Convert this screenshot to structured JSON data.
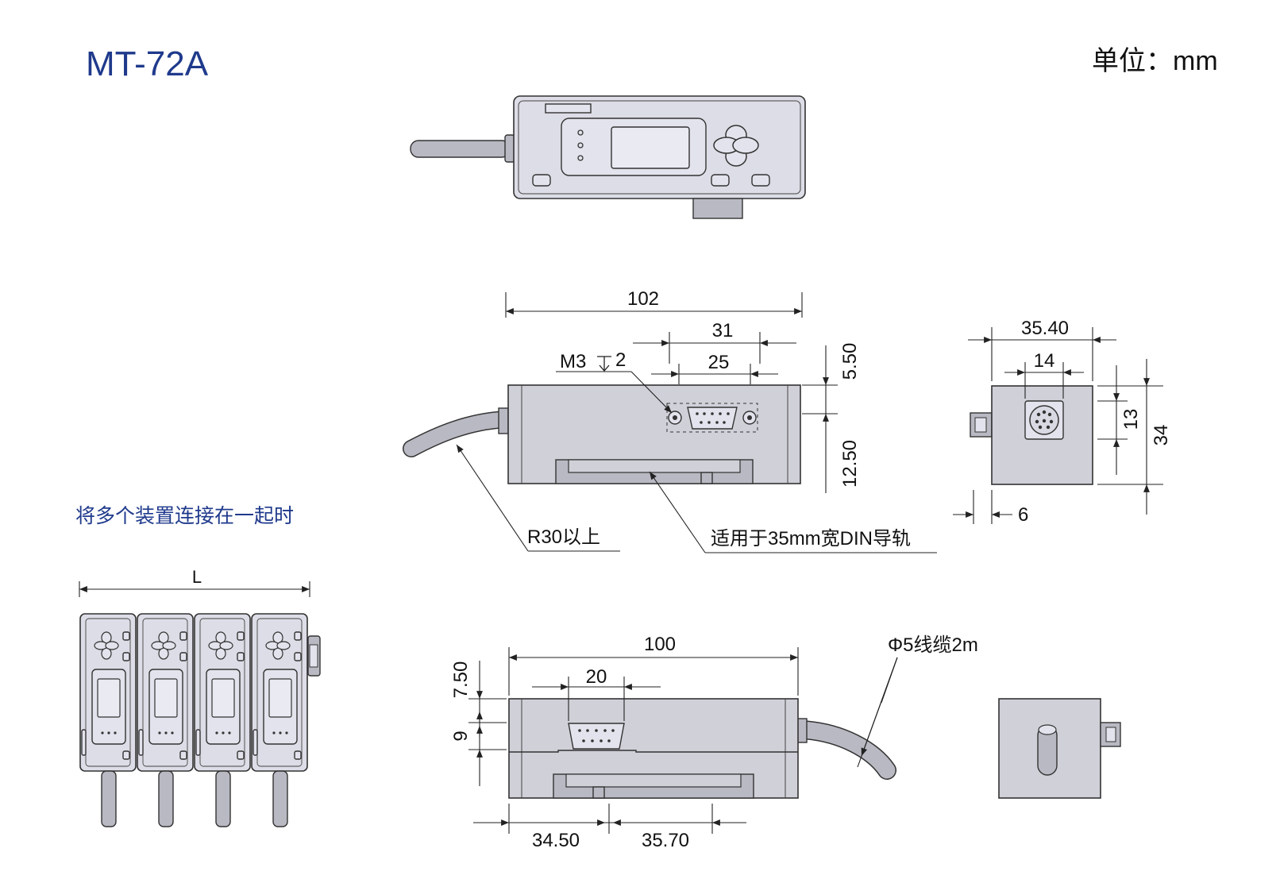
{
  "header": {
    "model": "MT-72A",
    "unit": "单位：mm"
  },
  "side_note": "将多个装置连接在一起时",
  "dims": {
    "total_length_top": "102",
    "conn_offset": "31",
    "conn_width": "25",
    "hole_label": "M3",
    "hole_depth": "2",
    "v_top": "5.50",
    "v_mid": "12.50",
    "end_width": "35.40",
    "end_conn": "14",
    "end_h1": "13",
    "end_h2": "34",
    "end_depth": "6",
    "bend_radius": "R30以上",
    "din_rail": "适用于35mm宽DIN导轨",
    "total_length_bottom": "100",
    "conn_width_bottom": "20",
    "v_bottom_1": "7.50",
    "v_bottom_2": "9",
    "cable": "Φ5线缆2m",
    "bottom_left": "34.50",
    "bottom_right": "35.70",
    "stack_length": "L"
  }
}
